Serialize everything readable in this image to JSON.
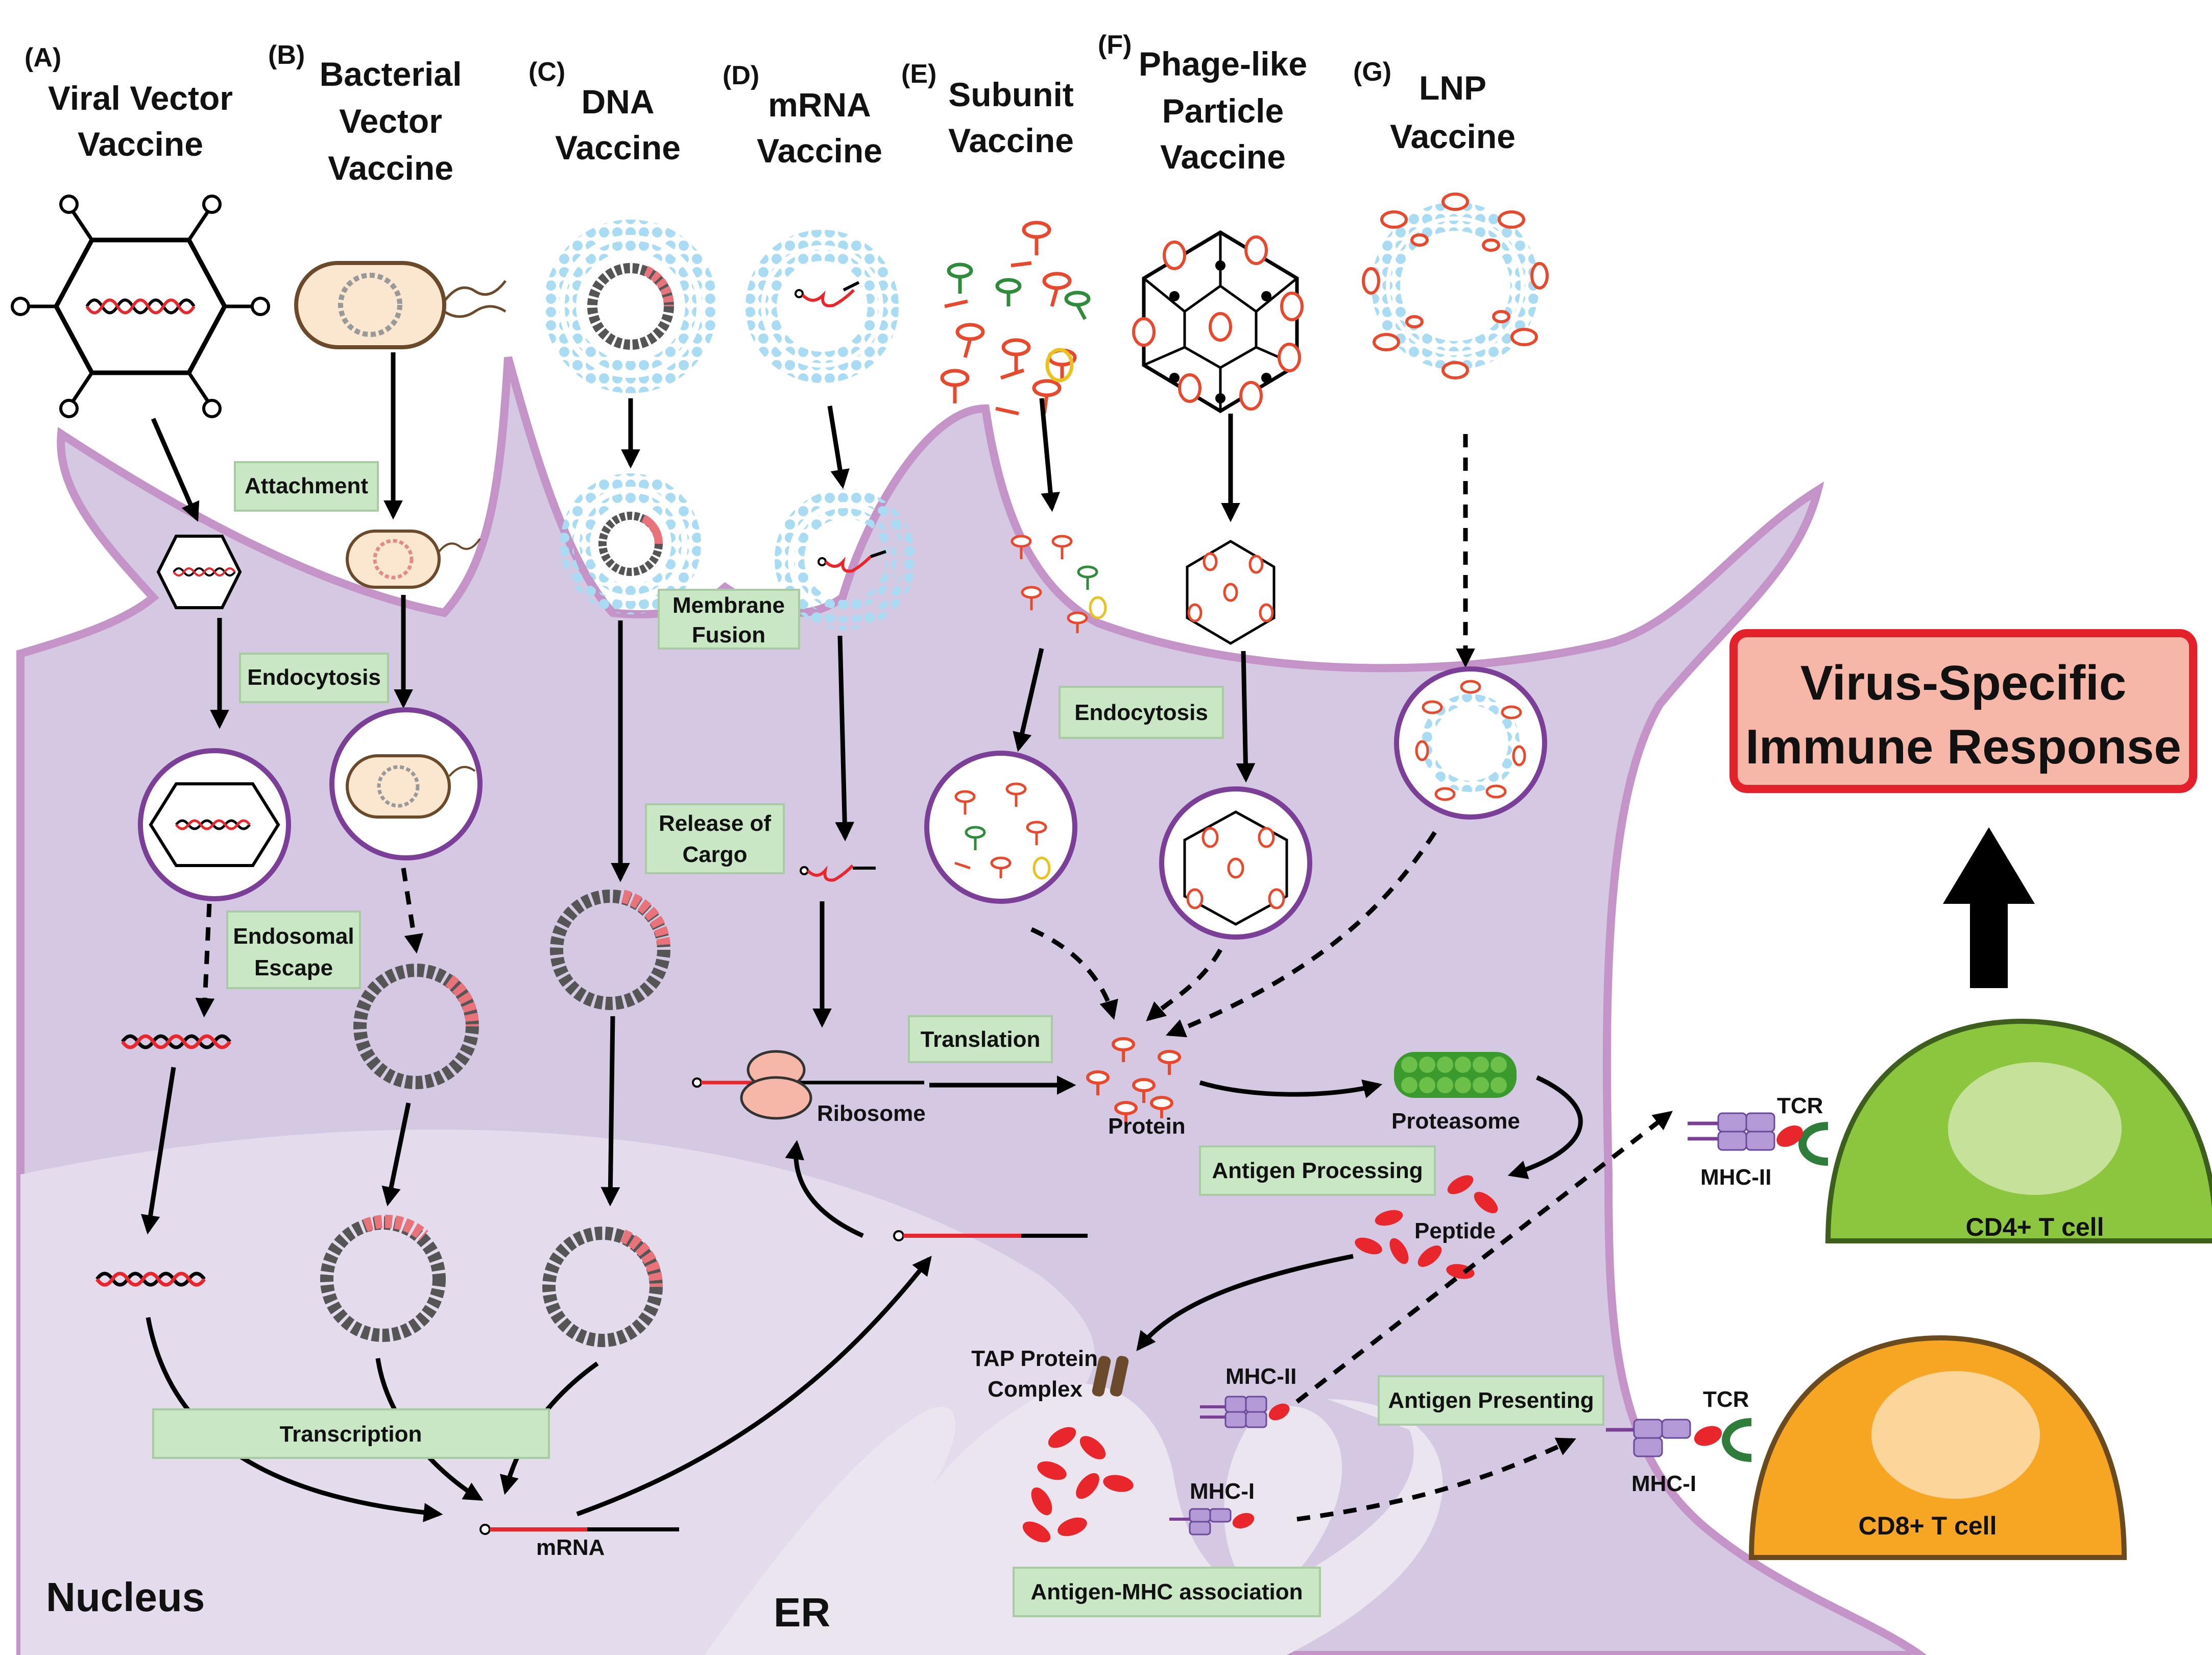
{
  "vaccines": [
    {
      "letter": "(A)",
      "lines": [
        "Viral Vector",
        "Vaccine"
      ]
    },
    {
      "letter": "(B)",
      "lines": [
        "Bacterial",
        "Vector",
        "Vaccine"
      ]
    },
    {
      "letter": "(C)",
      "lines": [
        "DNA",
        "Vaccine"
      ]
    },
    {
      "letter": "(D)",
      "lines": [
        "mRNA",
        "Vaccine"
      ]
    },
    {
      "letter": "(E)",
      "lines": [
        "Subunit",
        "Vaccine"
      ]
    },
    {
      "letter": "(F)",
      "lines": [
        "Phage-like",
        "Particle",
        "Vaccine"
      ]
    },
    {
      "letter": "(G)",
      "lines": [
        "LNP",
        "Vaccine"
      ]
    }
  ],
  "steps": {
    "attachment": "Attachment",
    "endocytosis_left": "Endocytosis",
    "endosomal_escape": [
      "Endosomal",
      "Escape"
    ],
    "membrane_fusion": [
      "Membrane",
      "Fusion"
    ],
    "release_of_cargo": [
      "Release of",
      "Cargo"
    ],
    "endocytosis_right": "Endocytosis",
    "translation": "Translation",
    "antigen_processing": "Antigen Processing",
    "transcription": "Transcription",
    "antigen_presenting": "Antigen Presenting",
    "antigen_mhc_association": "Antigen-MHC association"
  },
  "labels": {
    "ribosome": "Ribosome",
    "protein": "Protein",
    "proteasome": "Proteasome",
    "peptide": "Peptide",
    "tap_complex": [
      "TAP Protein",
      "Complex"
    ],
    "mhc_ii_er": "MHC-II",
    "mhc_i_er": "MHC-I",
    "mrna": "mRNA",
    "nucleus": "Nucleus",
    "er": "ER",
    "tcr_top": "TCR",
    "tcr_bottom": "TCR",
    "mhc_ii_surface": "MHC-II",
    "mhc_i_surface": "MHC-I",
    "cd4": "CD4+ T cell",
    "cd8": "CD8+ T cell"
  },
  "response": [
    "Virus-Specific",
    "Immune Response"
  ],
  "colors": {
    "cell": "#d4c8e2",
    "cell_border": "#c494c8",
    "nucleus": "#e4dcec",
    "er": "#ebe5f0",
    "step_box": "#c9e7c5",
    "step_border": "#a9cba4",
    "response_fill": "#f7b7a8",
    "response_border": "#e4202a",
    "cd4": "#8cc63e",
    "cd8": "#f6a623",
    "mrna_red": "#e8262c",
    "lipid": "#a9dbf2",
    "endosome": "#7b3f98"
  }
}
